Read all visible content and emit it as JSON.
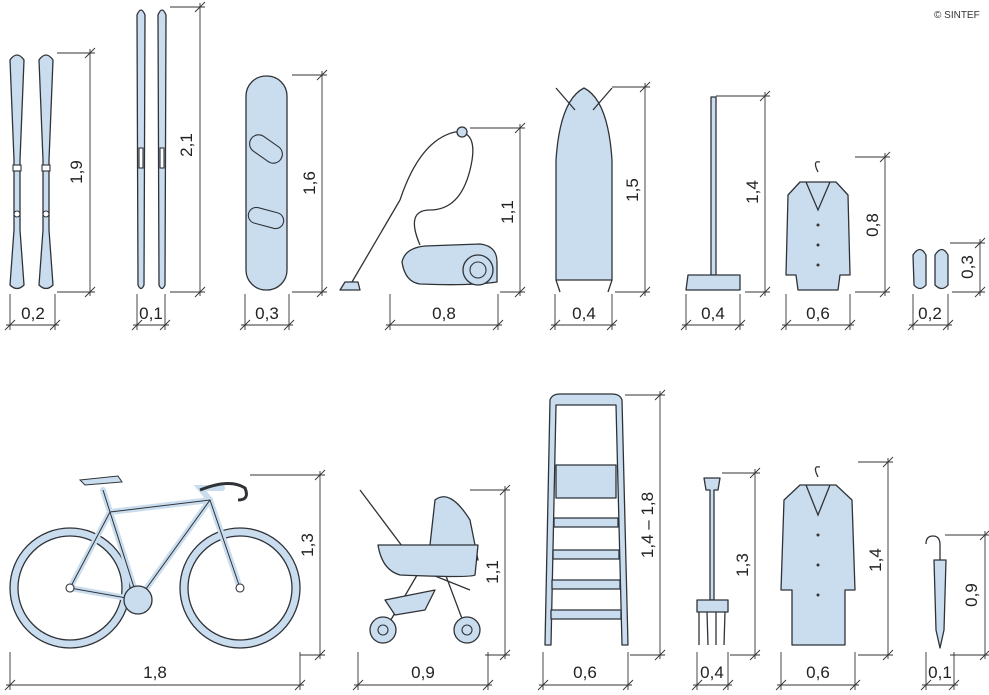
{
  "copyright": "© SINTEF",
  "colors": {
    "fill": "#c9ddef",
    "stroke": "#2f3338"
  },
  "top_row": [
    {
      "item": "alpine-skis",
      "width": "0,2",
      "height": "1,9"
    },
    {
      "item": "cross-country-skis",
      "width": "0,1",
      "height": "2,1"
    },
    {
      "item": "snowboard",
      "width": "0,3",
      "height": "1,6"
    },
    {
      "item": "vacuum-cleaner",
      "width": "0,8",
      "height": "1,1"
    },
    {
      "item": "ironing-board",
      "width": "0,4",
      "height": "1,5"
    },
    {
      "item": "broom",
      "width": "0,4",
      "height": "1,4"
    },
    {
      "item": "jacket",
      "width": "0,6",
      "height": "0,8"
    },
    {
      "item": "shoes",
      "width": "0,2",
      "height": "0,3"
    }
  ],
  "bottom_row": [
    {
      "item": "bicycle",
      "width": "1,8",
      "height": "1,3"
    },
    {
      "item": "pram",
      "width": "0,9",
      "height": "1,1"
    },
    {
      "item": "stepladder",
      "width": "0,6",
      "height": "1,4 – 1,8"
    },
    {
      "item": "garden-fork",
      "width": "0,4",
      "height": "1,3"
    },
    {
      "item": "long-coat",
      "width": "0,6",
      "height": "1,4"
    },
    {
      "item": "umbrella",
      "width": "0,1",
      "height": "0,9"
    }
  ]
}
